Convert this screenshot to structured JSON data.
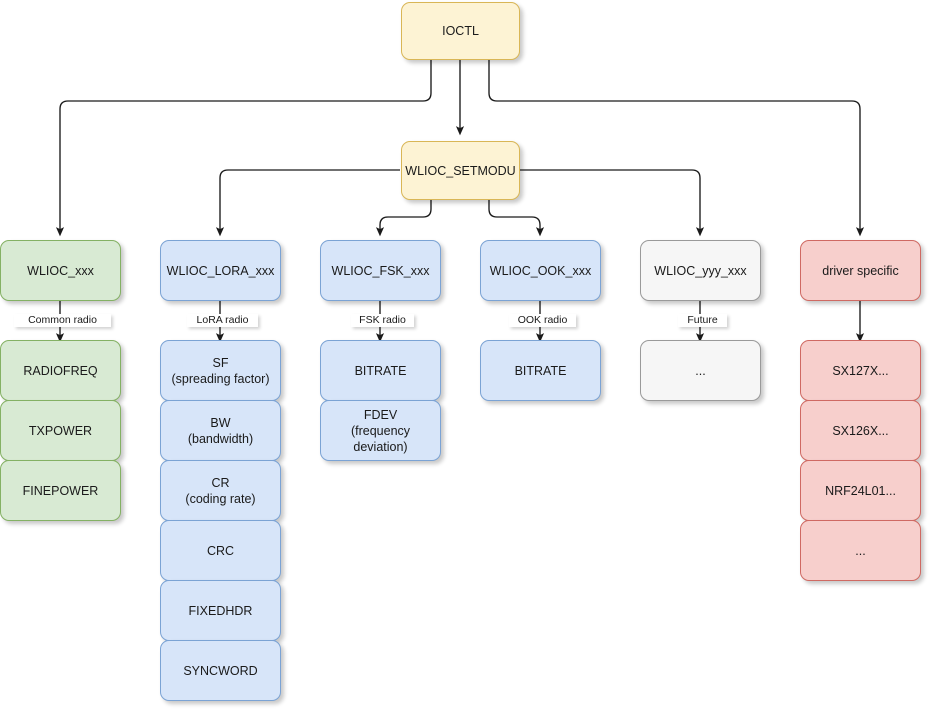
{
  "diagram": {
    "title": "IOCTL / WLIOC_SETMODU command hierarchy",
    "type": "tree-flowchart",
    "colors": {
      "yellow_fill": "#fdf3d4",
      "yellow_stroke": "#d9b656",
      "green_fill": "#d8ead3",
      "green_stroke": "#84b164",
      "blue_fill": "#d7e5f9",
      "blue_stroke": "#7ba3d4",
      "grey_fill": "#f6f6f6",
      "grey_stroke": "#9a9a9a",
      "red_fill": "#f7cfcc",
      "red_stroke": "#cf6a63",
      "edge_stroke": "#1a1a1a",
      "background": "#ffffff"
    },
    "root": {
      "label": "IOCTL"
    },
    "setmodu": {
      "label": "WLIOC_SETMODU"
    },
    "edge_labels": {
      "common": "Common radio",
      "lora": "LoRA radio",
      "fsk": "FSK radio",
      "ook": "OOK radio",
      "future": "Future"
    },
    "columns": [
      {
        "key": "common",
        "head": "WLIOC_xxx",
        "color": "green",
        "edge_label": "Common radio",
        "items": [
          {
            "line1": "RADIOFREQ",
            "line2": ""
          },
          {
            "line1": "TXPOWER",
            "line2": ""
          },
          {
            "line1": "FINEPOWER",
            "line2": ""
          }
        ]
      },
      {
        "key": "lora",
        "head": "WLIOC_LORA_xxx",
        "color": "blue",
        "edge_label": "LoRA radio",
        "items": [
          {
            "line1": "SF",
            "line2": "(spreading factor)"
          },
          {
            "line1": "BW",
            "line2": "(bandwidth)"
          },
          {
            "line1": "CR",
            "line2": "(coding rate)"
          },
          {
            "line1": "CRC",
            "line2": ""
          },
          {
            "line1": "FIXEDHDR",
            "line2": ""
          },
          {
            "line1": "SYNCWORD",
            "line2": ""
          }
        ]
      },
      {
        "key": "fsk",
        "head": "WLIOC_FSK_xxx",
        "color": "blue",
        "edge_label": "FSK radio",
        "items": [
          {
            "line1": "BITRATE",
            "line2": ""
          },
          {
            "line1": "FDEV",
            "line2": "(frequency deviation)"
          }
        ]
      },
      {
        "key": "ook",
        "head": "WLIOC_OOK_xxx",
        "color": "blue",
        "edge_label": "OOK radio",
        "items": [
          {
            "line1": "BITRATE",
            "line2": ""
          }
        ]
      },
      {
        "key": "future",
        "head": "WLIOC_yyy_xxx",
        "color": "grey",
        "edge_label": "Future",
        "items": [
          {
            "line1": "...",
            "line2": ""
          }
        ]
      },
      {
        "key": "driver",
        "head": "driver specific",
        "color": "red",
        "edge_label": "",
        "items": [
          {
            "line1": "SX127X...",
            "line2": ""
          },
          {
            "line1": "SX126X...",
            "line2": ""
          },
          {
            "line1": "NRF24L01...",
            "line2": ""
          },
          {
            "line1": "...",
            "line2": ""
          }
        ]
      }
    ]
  }
}
